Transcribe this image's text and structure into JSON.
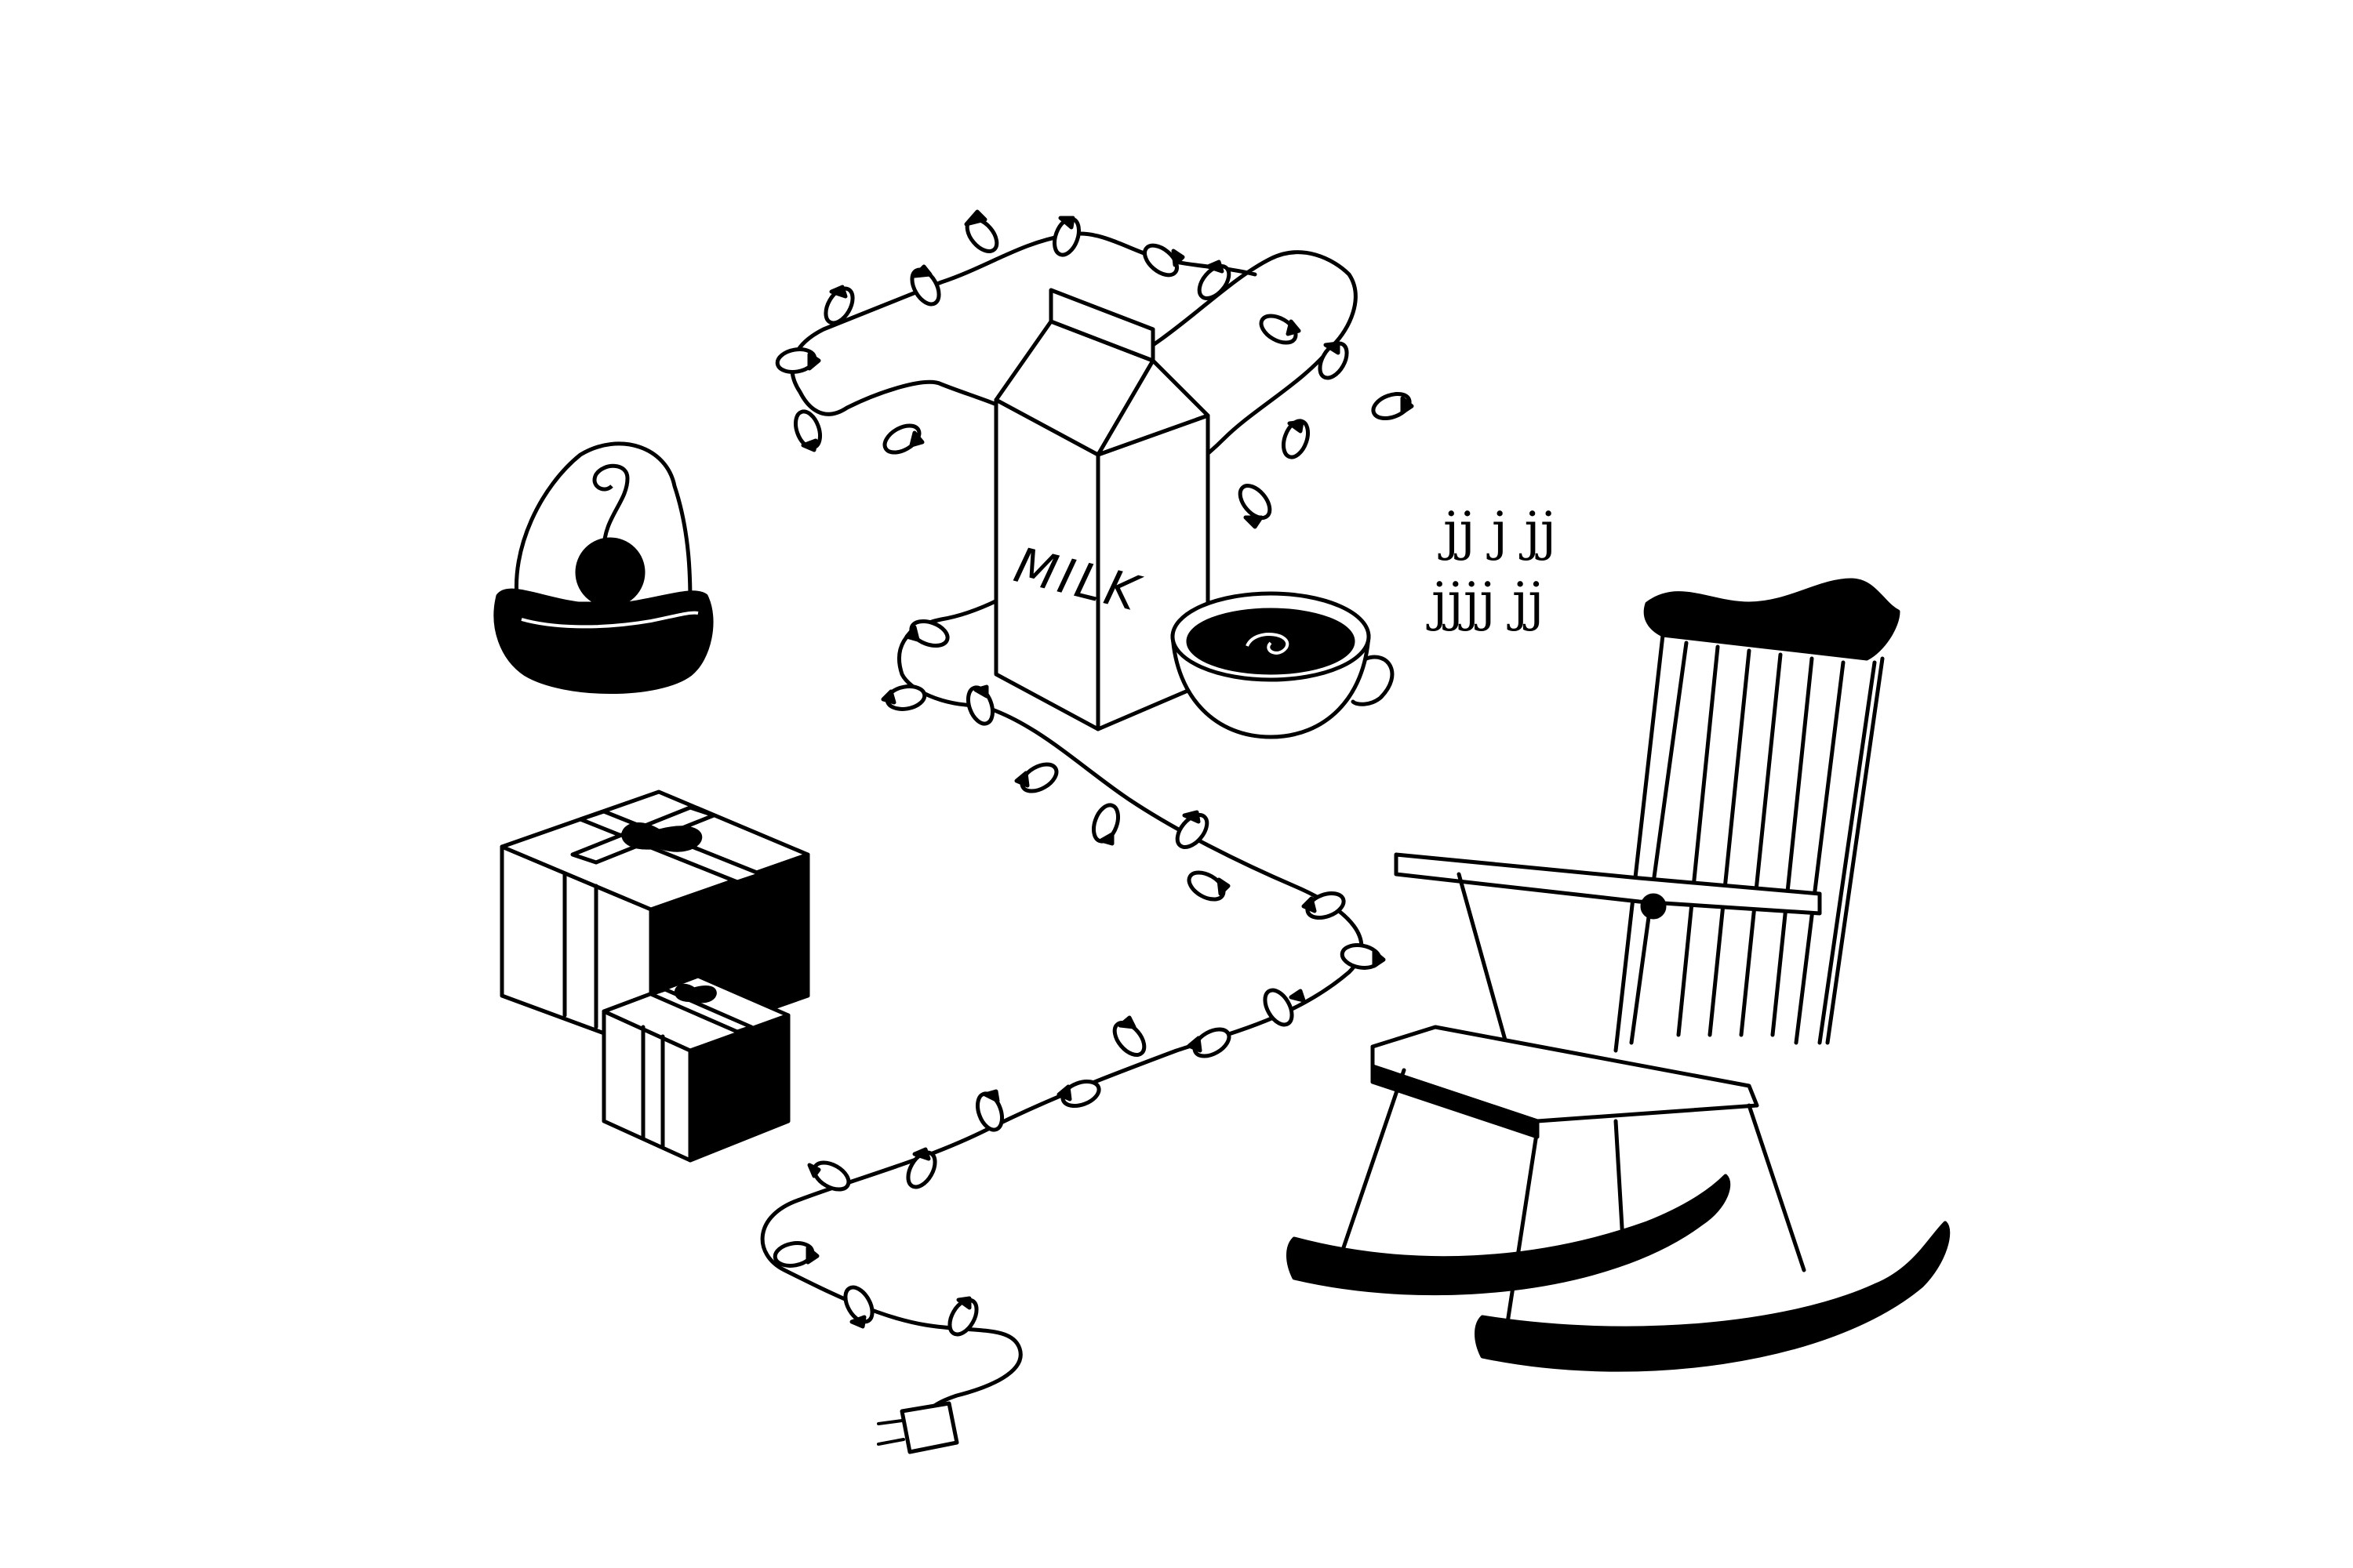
{
  "illustration": {
    "colors": {
      "ink": "#000000",
      "background": "#ffffff"
    },
    "objects": [
      "santa-hat",
      "milk-carton",
      "cocoa-mug",
      "string-lights",
      "gift-boxes",
      "rocking-chair",
      "power-plug",
      "music-notes"
    ],
    "milk_carton": {
      "label": "MILK"
    },
    "music_notes": {
      "row1": "jj j jj",
      "row2": "jjjj jj"
    }
  }
}
